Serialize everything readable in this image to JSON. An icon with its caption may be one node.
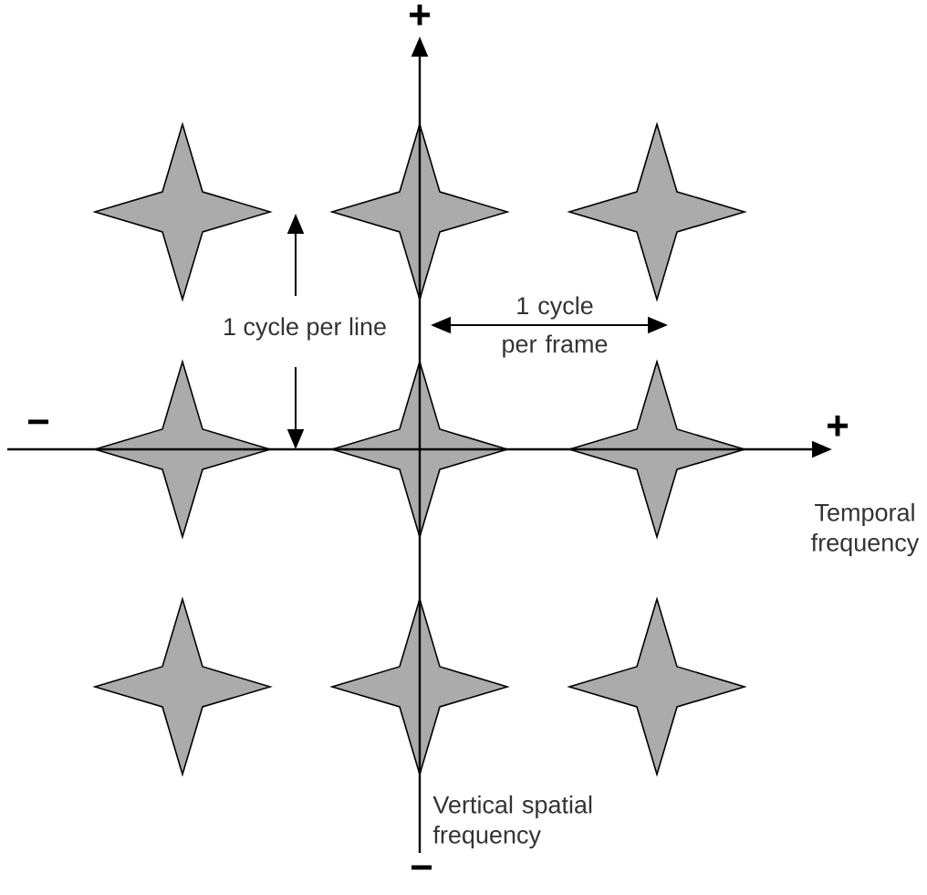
{
  "diagram": {
    "nodes": [
      {
        "text": [],
        "shape": "star"
      },
      {
        "text": [],
        "shape": "star"
      },
      {
        "text": [],
        "shape": "star"
      },
      {
        "text": [],
        "shape": "star"
      },
      {
        "text": [],
        "shape": "star"
      },
      {
        "text": [],
        "shape": "star"
      },
      {
        "text": [],
        "shape": "star"
      },
      {
        "text": [],
        "shape": "star"
      },
      {
        "text": [],
        "shape": "star"
      }
    ],
    "labels": [
      "+",
      "1 cycle per line",
      "1 cycle per frame",
      "−",
      "+",
      "Temporal frequency",
      "Vertical spatial frequency",
      "−"
    ]
  }
}
